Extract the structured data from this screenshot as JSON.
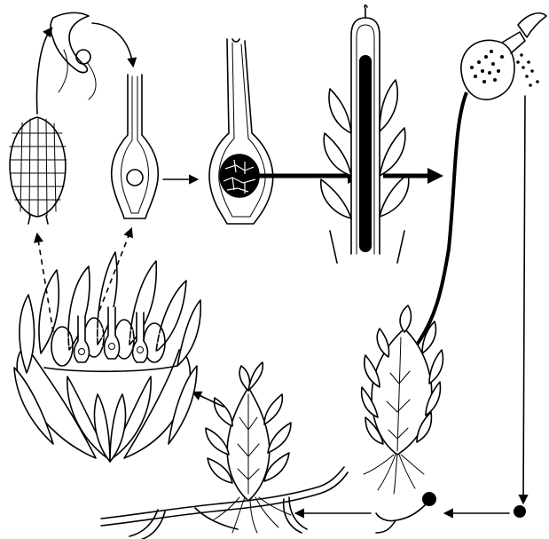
{
  "figure": {
    "type": "moss-life-cycle-illustration",
    "ink_color": "#000000",
    "background_color": "#ffffff",
    "stages": [
      "antheridium",
      "sperm",
      "archegonium",
      "archegonium-with-embryo",
      "young-sporophyte",
      "capsule-releasing-spores",
      "spore",
      "germinating-spore",
      "protonema-with-bud",
      "shoot-apex-with-sex-organs",
      "mature-gametophyte-with-sporophyte"
    ],
    "icons": [
      "arrow-right",
      "arrow-down",
      "arrow-left",
      "arrow-up-dashed"
    ]
  }
}
